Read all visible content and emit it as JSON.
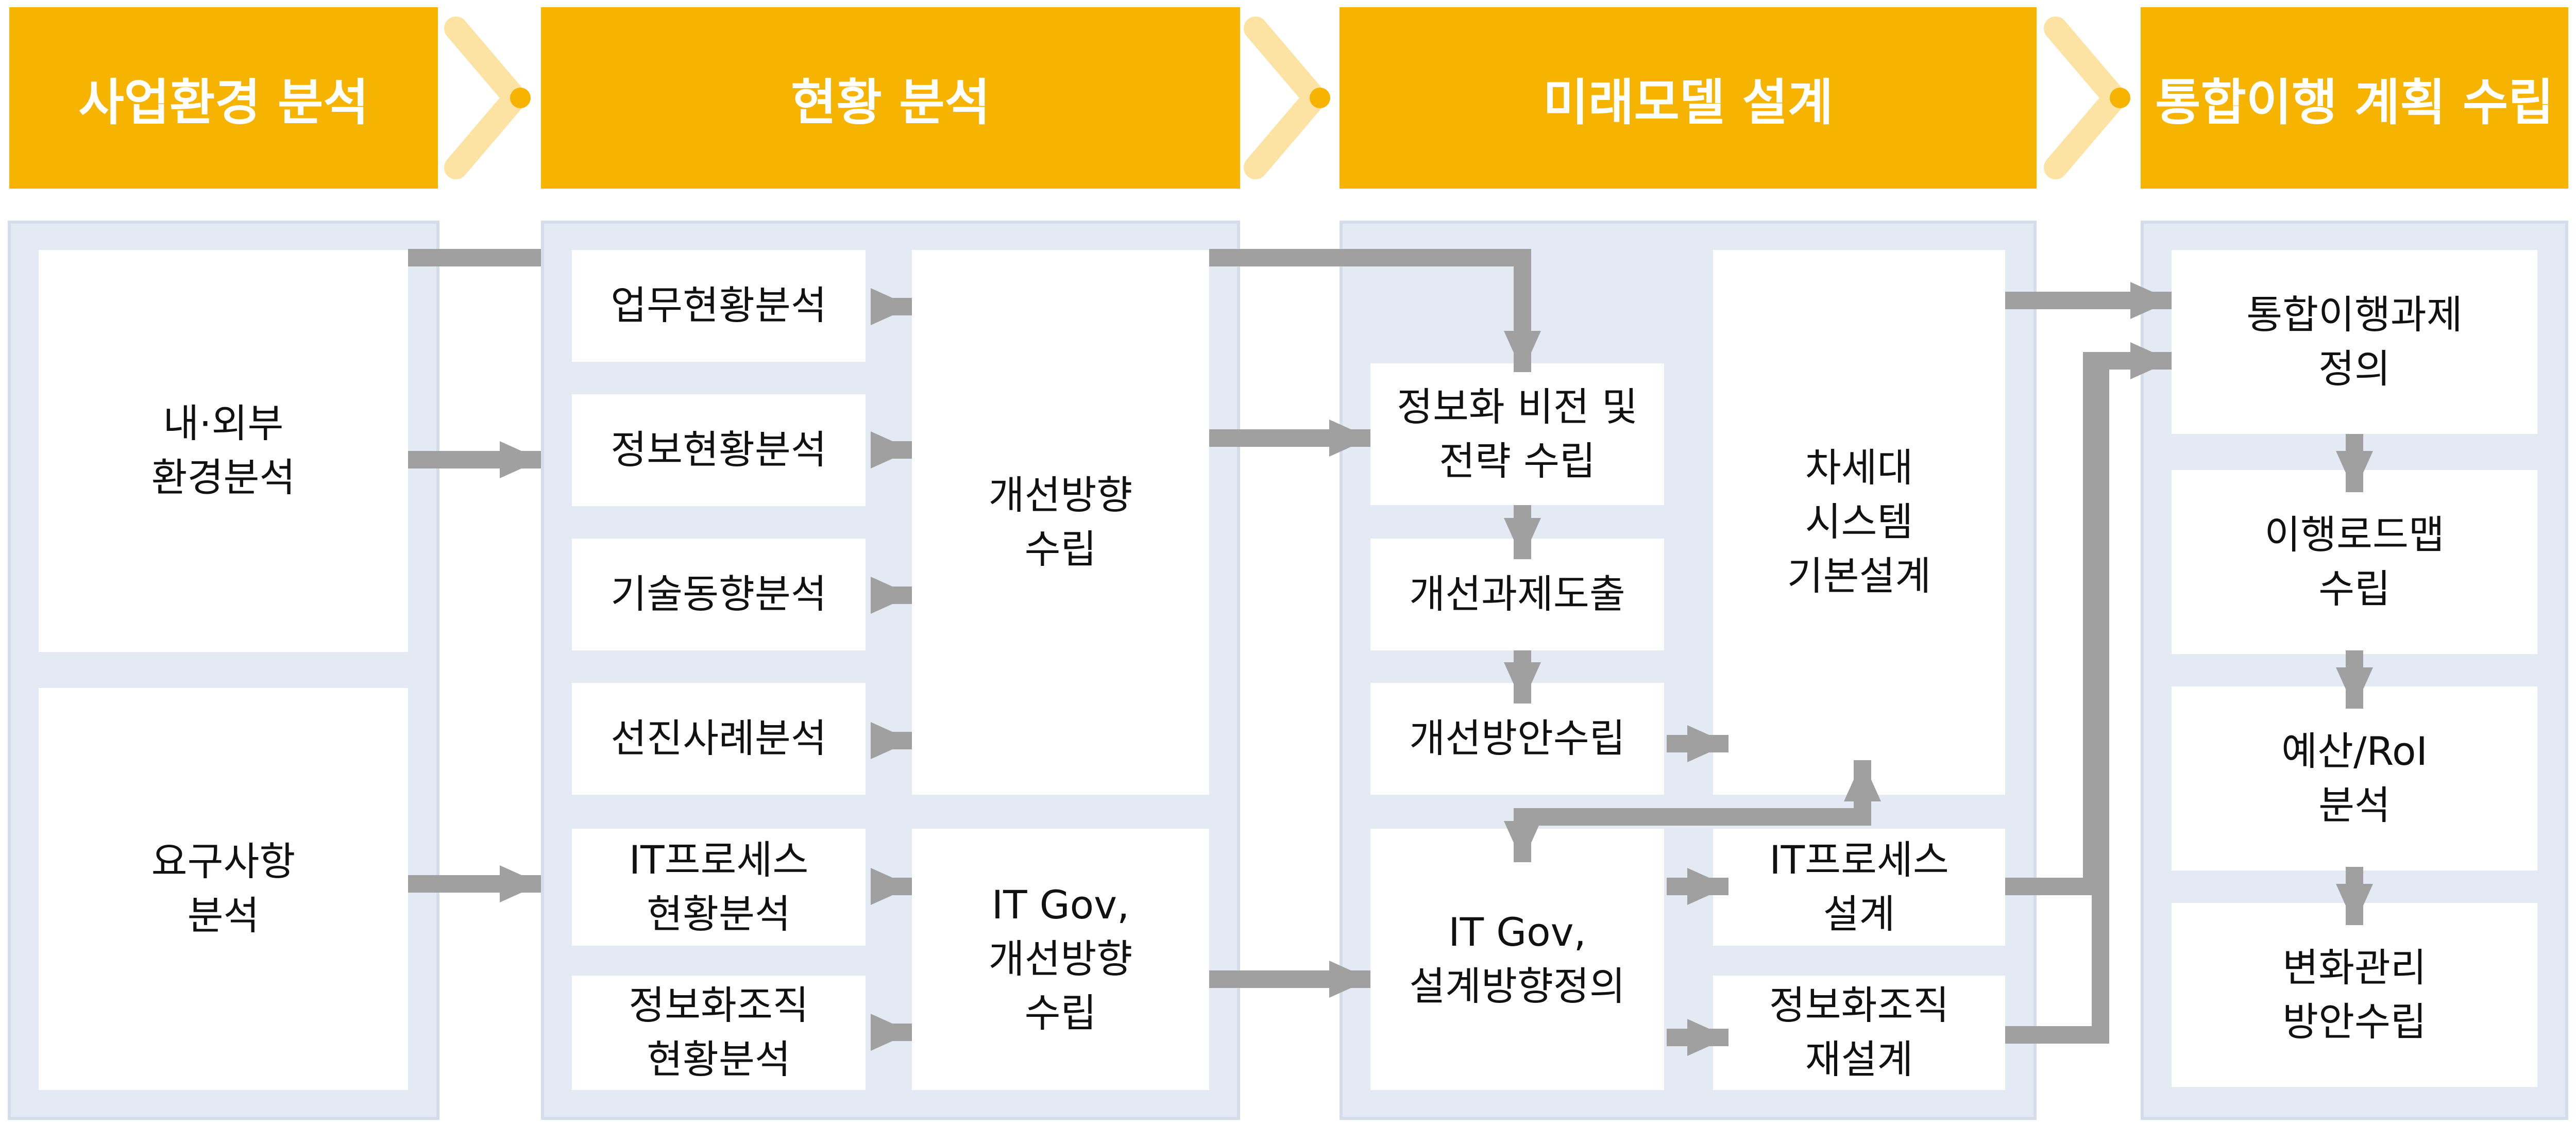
{
  "colors": {
    "header": "#F6B300",
    "chevron": "#FDE3A3",
    "panel": "#E3EAF3",
    "arrow": "#A0A0A0"
  },
  "headers": [
    "사업환경 분석",
    "현황 분석",
    "미래모델 설계",
    "통합이행 계획 수립"
  ],
  "col1": {
    "env": "내·외부\n환경분석",
    "req": "요구사항\n분석"
  },
  "col2": {
    "items": [
      "업무현황분석",
      "정보현황분석",
      "기술동향분석",
      "선진사례분석",
      "IT프로세스\n현황분석",
      "정보화조직\n현황분석"
    ],
    "improve": "개선방향\n수립",
    "itgov": "IT Gov,\n개선방향\n수립"
  },
  "col3": {
    "vision": "정보화 비전 및\n전략 수립",
    "derive": "개선과제도출",
    "plan": "개선방안수립",
    "itgov": "IT Gov,\n설계방향정의",
    "nextgen": "차세대\n시스템\n기본설계",
    "itprocess": "IT프로세스\n설계",
    "org": "정보화조직\n재설계"
  },
  "col4": [
    "통합이행과제\n정의",
    "이행로드맵\n수립",
    "예산/RoI\n분석",
    "변화관리\n방안수립"
  ]
}
